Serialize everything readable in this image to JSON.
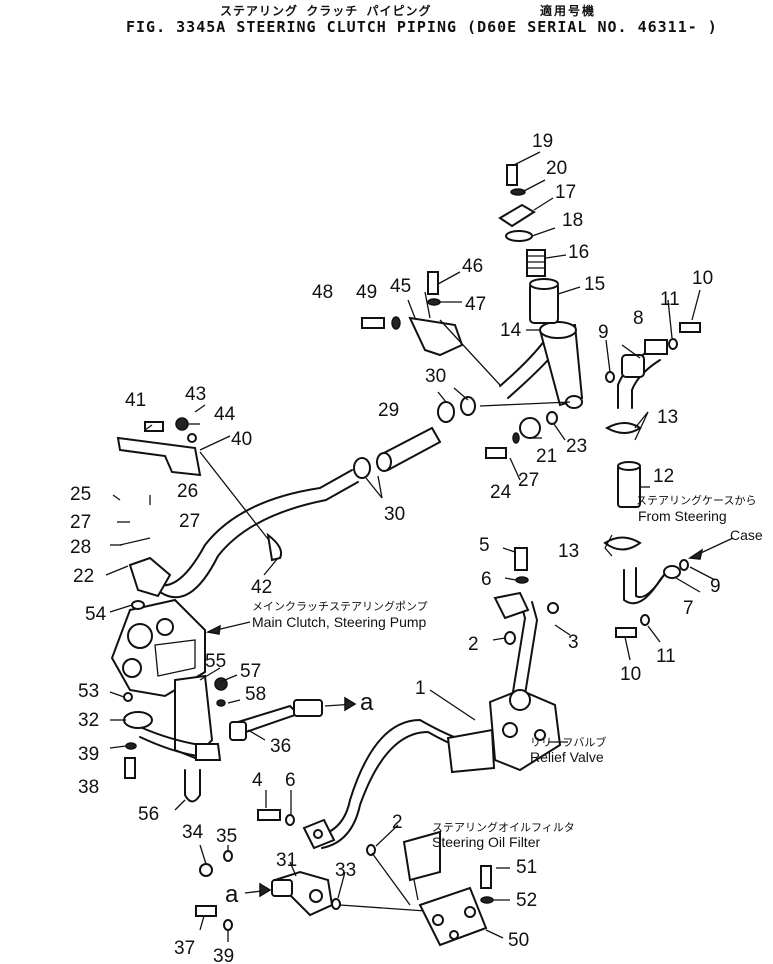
{
  "header": {
    "title_jp": "ステアリング クラッチ パイピング",
    "code_jp": "適用号機",
    "title_en": "FIG. 3345A  STEERING CLUTCH PIPING (D60E SERIAL NO. 46311- )"
  },
  "callouts": {
    "p1": "1",
    "p2a": "2",
    "p2b": "2",
    "p3": "3",
    "p4": "4",
    "p5": "5",
    "p6a": "6",
    "p6b": "6",
    "p7": "7",
    "p8": "8",
    "p9a": "9",
    "p9b": "9",
    "p10a": "10",
    "p10b": "10",
    "p11a": "11",
    "p11b": "11",
    "p12": "12",
    "p13a": "13",
    "p13b": "13",
    "p14": "14",
    "p15": "15",
    "p16": "16",
    "p17": "17",
    "p18": "18",
    "p19": "19",
    "p20": "20",
    "p21": "21",
    "p22": "22",
    "p23": "23",
    "p24": "24",
    "p25": "25",
    "p26": "26",
    "p27a": "27",
    "p27b": "27",
    "p27c": "27",
    "p28": "28",
    "p29": "29",
    "p30a": "30",
    "p30b": "30",
    "p31": "31",
    "p32": "32",
    "p33": "33",
    "p34": "34",
    "p35": "35",
    "p36": "36",
    "p37": "37",
    "p38": "38",
    "p39a": "39",
    "p39b": "39",
    "p40": "40",
    "p41": "41",
    "p42": "42",
    "p43": "43",
    "p44": "44",
    "p45": "45",
    "p46": "46",
    "p47": "47",
    "p48": "48",
    "p49": "49",
    "p50": "50",
    "p51": "51",
    "p52": "52",
    "p53": "53",
    "p54": "54",
    "p55": "55",
    "p56": "56",
    "p57": "57",
    "p58": "58"
  },
  "labels": {
    "steering_case_jp": "ステアリングケースから",
    "steering_case_en1": "From Steering",
    "steering_case_en2": "Case",
    "pump_jp": "メインクラッチステアリングポンプ",
    "pump_en": "Main Clutch, Steering Pump",
    "relief_jp": "リリーフバルブ",
    "relief_en": "Relief Valve",
    "filter_jp": "ステアリングオイルフィルタ",
    "filter_en": "Steering Oil Filter",
    "connector_a1": "a",
    "connector_a2": "a"
  }
}
